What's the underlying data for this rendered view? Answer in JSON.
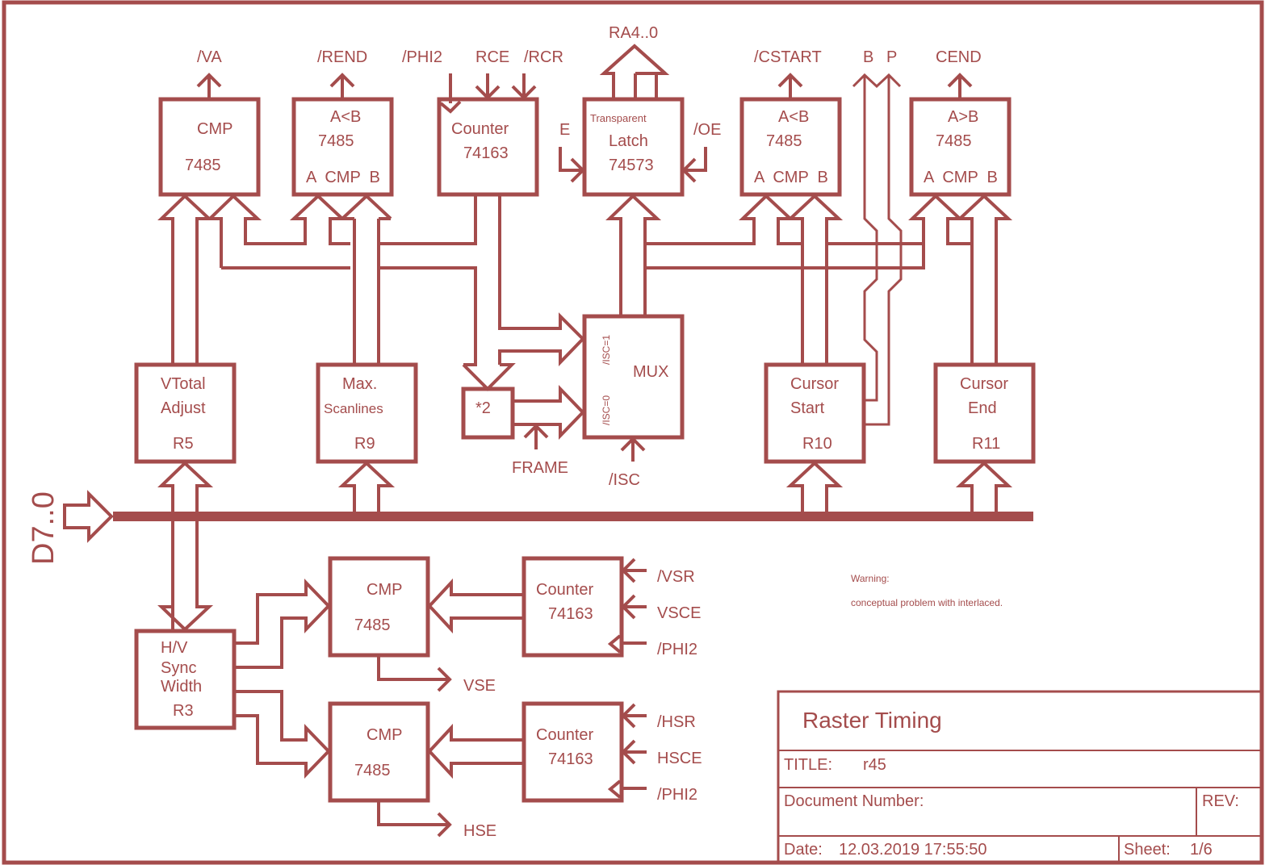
{
  "title_block": {
    "heading": "Raster Timing",
    "title_label": "TITLE:",
    "title_value": "r45",
    "doc_number_label": "Document Number:",
    "rev_label": "REV:",
    "date_label": "Date:",
    "date_value": "12.03.2019 17:55:50",
    "sheet_label": "Sheet:",
    "sheet_value": "1/6"
  },
  "data_bus": {
    "label": "D7..0"
  },
  "warning": {
    "heading": "Warning:",
    "text": "conceptual problem with interlaced."
  },
  "blocks": {
    "cmp_va": {
      "line1": "CMP",
      "line2": "7485",
      "output": "/VA"
    },
    "cmp_rend": {
      "line1": "A<B",
      "line2": "7485",
      "line3": "A  CMP  B",
      "output": "/REND"
    },
    "row_counter": {
      "line1": "Counter",
      "line2": "74163",
      "inputs": [
        "/PHI2",
        "RCE",
        "/RCR"
      ]
    },
    "latch": {
      "line0": "Transparent",
      "line1": "Latch",
      "line2": "74573",
      "output": "RA4..0",
      "input_left": "E",
      "input_right": "/OE"
    },
    "cmp_cstart": {
      "line1": "A<B",
      "line2": "7485",
      "line3": "A  CMP  B",
      "output": "/CSTART"
    },
    "cmp_cend": {
      "line1": "A>B",
      "line2": "7485",
      "line3": "A  CMP  B",
      "output": "CEND"
    },
    "bp_outputs": {
      "b": "B",
      "p": "P"
    },
    "r5": {
      "line1": "VTotal",
      "line2": "Adjust",
      "reg": "R5"
    },
    "r9": {
      "line1": "Max.",
      "line2": "Scanlines",
      "reg": "R9"
    },
    "times2": {
      "label": "*2",
      "input": "FRAME"
    },
    "mux": {
      "label": "MUX",
      "in1": "/ISC=1",
      "in0": "/ISC=0",
      "select": "/ISC"
    },
    "r10": {
      "line1": "Cursor",
      "line2": "Start",
      "reg": "R10"
    },
    "r11": {
      "line1": "Cursor",
      "line2": "End",
      "reg": "R11"
    },
    "r3": {
      "line1": "H/V",
      "line2": "Sync",
      "line3": "Width",
      "reg": "R3"
    },
    "cmp_vs": {
      "line1": "CMP",
      "line2": "7485",
      "output": "VSE"
    },
    "cmp_hs": {
      "line1": "CMP",
      "line2": "7485",
      "output": "HSE"
    },
    "vs_counter": {
      "line1": "Counter",
      "line2": "74163",
      "inputs": [
        "/VSR",
        "VSCE",
        "/PHI2"
      ]
    },
    "hs_counter": {
      "line1": "Counter",
      "line2": "74163",
      "inputs": [
        "/HSR",
        "HSCE",
        "/PHI2"
      ]
    }
  }
}
